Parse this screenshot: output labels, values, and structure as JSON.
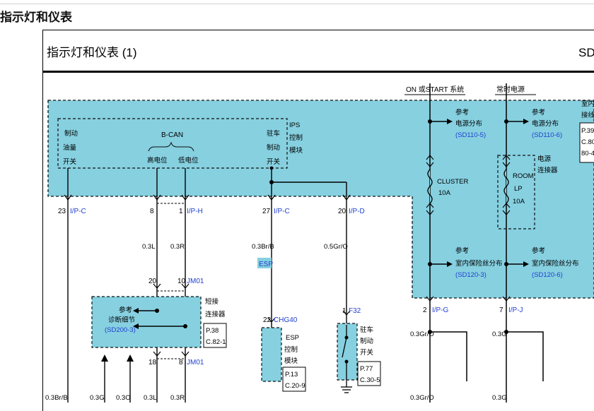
{
  "page_title": "指示灯和仪表",
  "sheet": {
    "title": "指示灯和仪表 (1)",
    "code": "SDS"
  },
  "colors": {
    "module_fill": "#86d0e0",
    "wire": "#000000",
    "ref_blue": "#1f3fcf"
  },
  "left_module": {
    "labels": {
      "brake_l1": "制动",
      "brake_l2": "油量",
      "brake_l3": "开关",
      "bcan": "B-CAN",
      "high": "高电位",
      "low": "低电位",
      "park_l1": "驻车",
      "park_l2": "制动",
      "park_l3": "开关",
      "ips_l1": "IPS",
      "ips_l2": "控制",
      "ips_l3": "模块"
    }
  },
  "power": {
    "on_start_label": "ON 或START 系统",
    "constant_label": "常时电源",
    "ref": "参考",
    "power_dist": "电源分布",
    "sd110_5": "(SD110-5)",
    "sd110_6": "(SD110-6)",
    "cluster_fuse_1": "CLUSTER",
    "cluster_fuse_2": "10A",
    "room_1": "ROOM",
    "room_2": "LP",
    "room_3": "10A",
    "power_conn_1": "电源",
    "power_conn_2": "连接器",
    "fuse_dist": "室内保险丝分布",
    "sd120_3": "(SD120-3)",
    "sd120_6": "(SD120-6)",
    "side_1": "室内",
    "side_2": "接线",
    "side_3": "P.39",
    "side_4": "C.80",
    "side_5": "80-4"
  },
  "pins": {
    "p23": "23",
    "ipc1": "I/P-C",
    "p8": "8",
    "p1": "1",
    "iph": "I/P-H",
    "p27": "27",
    "ipc2": "I/P-C",
    "p20": "20",
    "ipd": "I/P-D",
    "p2": "2",
    "ipg": "I/P-G",
    "p7": "7",
    "ipj": "I/P-J",
    "p20b": "20",
    "p10": "10",
    "jm01a": "JM01",
    "p18": "18",
    "p8b": "8",
    "jm01b": "JM01",
    "p22": "22",
    "chg40": "CHG40",
    "p1b": "1",
    "f32": "F32"
  },
  "wires": {
    "w03l": "0.3L",
    "w03r": "0.3R",
    "w03brb": "0.3Br/B",
    "w05gro": "0.5Gr/O",
    "esp": "ESP",
    "w03gro": "0.3Gr/O",
    "w03g": "0.3G",
    "b_03brb": "0.3Br/B",
    "b_03g": "0.3G",
    "b_03o": "0.3O",
    "b_03l": "0.3L",
    "b_03r": "0.3R",
    "b_03gro": "0.3Gr/O",
    "b_03g2": "0.3G"
  },
  "jm01_block": {
    "ref": "参考",
    "diag": "诊断细节",
    "sd200": "(SD200-3)",
    "conn_1": "短接",
    "conn_2": "连接器",
    "p": "P.38",
    "c": "C.82-1"
  },
  "esp_module": {
    "l1": "ESP",
    "l2": "控制",
    "l3": "模块",
    "p": "P.13",
    "c": "C.20-9"
  },
  "park_switch": {
    "l1": "驻车",
    "l2": "制动",
    "l3": "开关",
    "p": "P.77",
    "c": "C.30-5"
  }
}
